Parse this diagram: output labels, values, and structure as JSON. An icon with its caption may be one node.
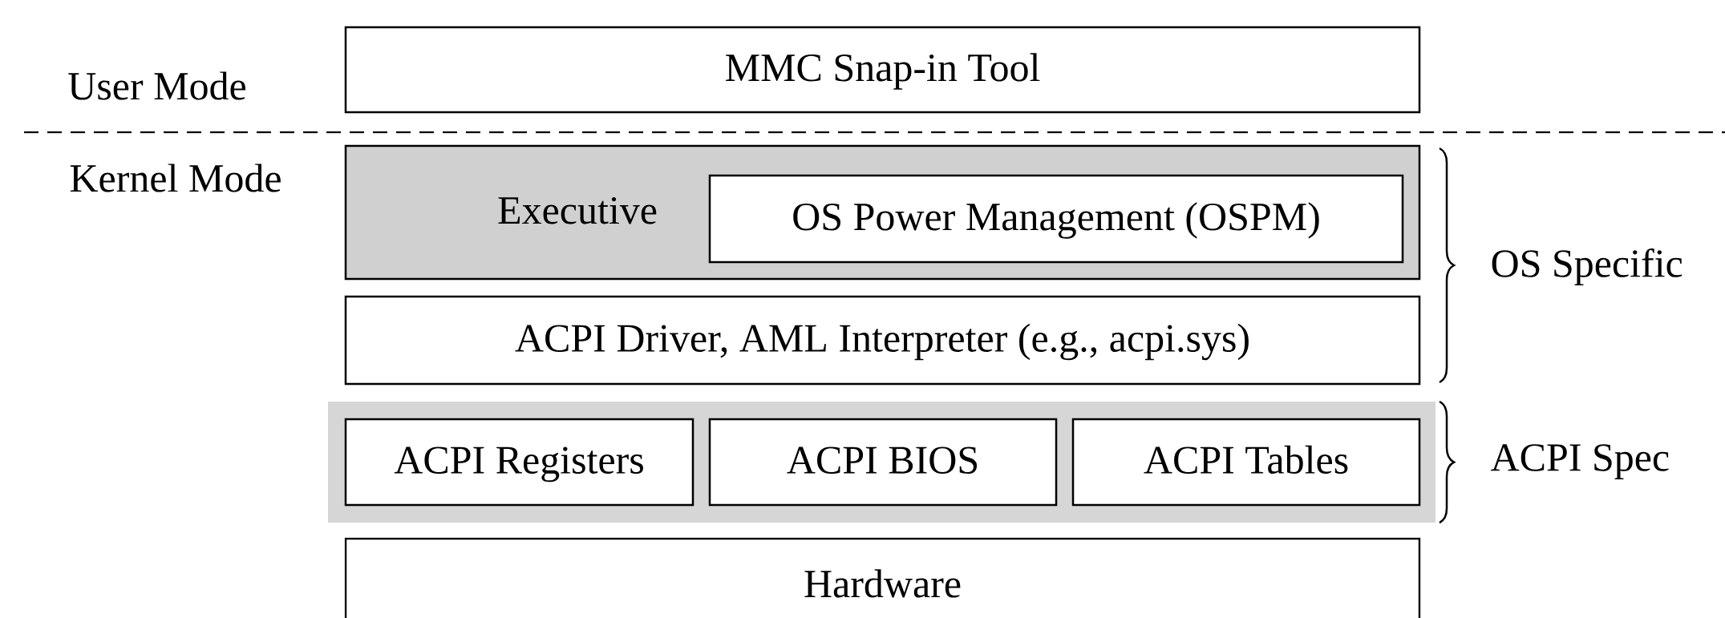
{
  "diagram": {
    "nodes": [
      {
        "text": [
          "MMC Snap-in Tool"
        ]
      },
      {
        "text": [
          "Executive"
        ]
      },
      {
        "text": [
          "OS Power Management (OSPM)"
        ],
        "in": 1
      },
      {
        "text": [
          "ACPI Driver, AML Interpreter (e.g., acpi.sys)"
        ]
      },
      {
        "text": [],
        "shape": "box"
      },
      {
        "text": [
          "ACPI Registers"
        ],
        "in": 4
      },
      {
        "text": [
          "ACPI BIOS"
        ],
        "in": 4
      },
      {
        "text": [
          "ACPI Tables"
        ],
        "in": 4
      },
      {
        "text": [
          "Hardware"
        ]
      }
    ],
    "labels": [
      "User Mode",
      "Kernel Mode",
      "OS Specific",
      "ACPI Spec"
    ]
  }
}
